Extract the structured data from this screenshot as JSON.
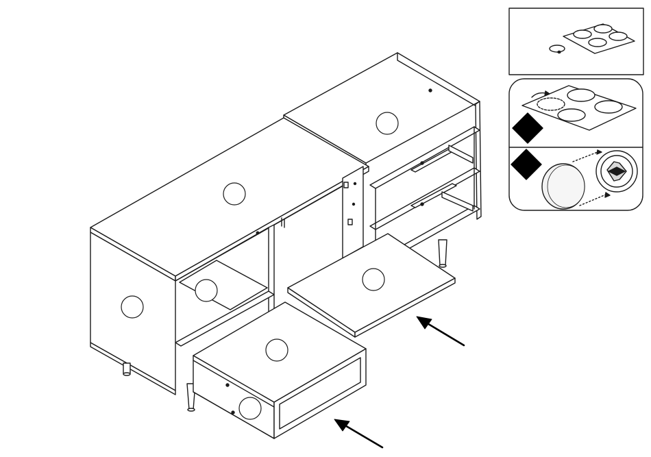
{
  "diagram": {
    "type": "furniture-assembly-step",
    "style": {
      "line_color": "#1a1a1a",
      "fill_color": "#ffffff",
      "inset_bg": "#ffffff",
      "marker_color": "#000000"
    },
    "part_label_markers": [
      {
        "id": "top-right-panel",
        "text": ""
      },
      {
        "id": "top-left-panel",
        "text": ""
      },
      {
        "id": "left-side-panel",
        "text": ""
      },
      {
        "id": "inner-shelf",
        "text": ""
      },
      {
        "id": "flap-door",
        "text": ""
      },
      {
        "id": "drawer-top",
        "text": ""
      },
      {
        "id": "drawer-front",
        "text": ""
      }
    ],
    "insertion_arrows": [
      {
        "id": "flap-door-arrow",
        "icon": "arrow-icon"
      },
      {
        "id": "drawer-arrow",
        "icon": "arrow-icon"
      }
    ],
    "insets": [
      {
        "id": "hardware-sheet",
        "icon": "cover-cap-sheet-icon"
      },
      {
        "id": "cap-steps",
        "steps": [
          {
            "id": "peel-cap",
            "icon": "step-diamond-icon"
          },
          {
            "id": "press-cap",
            "icon": "step-diamond-icon"
          }
        ]
      }
    ]
  }
}
